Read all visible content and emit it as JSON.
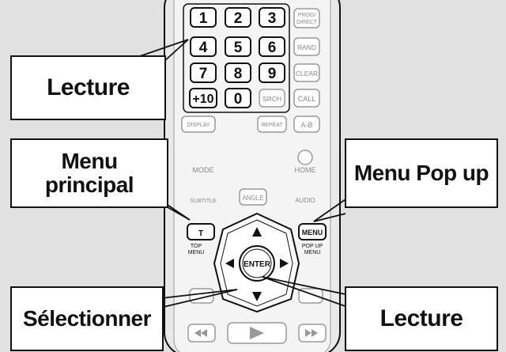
{
  "callouts": {
    "lecture_top": "Lecture",
    "menu_principal": "Menu principal",
    "menu_popup": "Menu Pop up",
    "selectionner": "Sélectionner",
    "lecture_bottom": "Lecture"
  },
  "remote": {
    "keys": {
      "k1": "1",
      "k2": "2",
      "k3": "3",
      "k4": "4",
      "k5": "5",
      "k6": "6",
      "k7": "7",
      "k8": "8",
      "k9": "9",
      "k10": "+10",
      "k0": "0"
    },
    "side_keys": {
      "prog_direct_line1": "PROG/",
      "prog_direct_line2": "DIRECT",
      "rand": "RAND",
      "clear": "CLEAR",
      "srch": "SRCH",
      "call": "CALL"
    },
    "func_keys": {
      "display": "DISPLAY",
      "repeat": "REPEAT",
      "ab": "A-B"
    },
    "labels": {
      "mode": "MODE",
      "home": "HOME",
      "subtitle": "SUBTITLE",
      "angle": "ANGLE",
      "audio": "AUDIO"
    },
    "nav": {
      "top_menu_key": "T",
      "top_menu_line1": "TOP",
      "top_menu_line2": "MENU",
      "menu_key": "MENU",
      "popup_line1": "POP UP",
      "popup_line2": "MENU",
      "enter": "ENTER"
    }
  },
  "colors": {
    "background": "#e1e1e1",
    "remote_body": "#f4f4f4",
    "stroke": "#111111",
    "muted": "#888888"
  }
}
